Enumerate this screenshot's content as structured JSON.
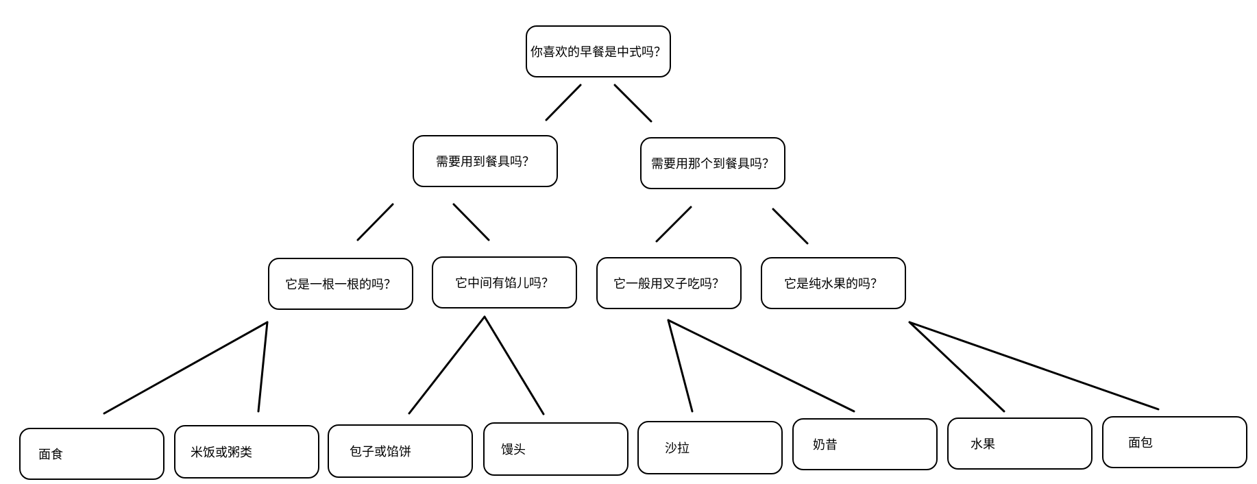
{
  "colors": {
    "line": "#000000",
    "box_fill": "#ffffff",
    "text": "#000000"
  },
  "nodes": {
    "root": "你喜欢的早餐是中式吗？",
    "q_chinese_utensils": "需要用到餐具吗？",
    "q_western_utensils": "需要用那个到餐具吗？",
    "q_strands": "它是一根一根的吗？",
    "q_filling": "它中间有馅儿吗？",
    "q_fork": "它一般用叉子吃吗？",
    "q_pure_fruit": "它是纯水果的吗？",
    "leaf_noodles": "面食",
    "leaf_rice_porridge": "米饭或粥类",
    "leaf_bun_pie": "包子或馅饼",
    "leaf_mantou": "馒头",
    "leaf_salad": "沙拉",
    "leaf_milkshake": "奶昔",
    "leaf_fruit": "水果",
    "leaf_bread": "面包"
  }
}
